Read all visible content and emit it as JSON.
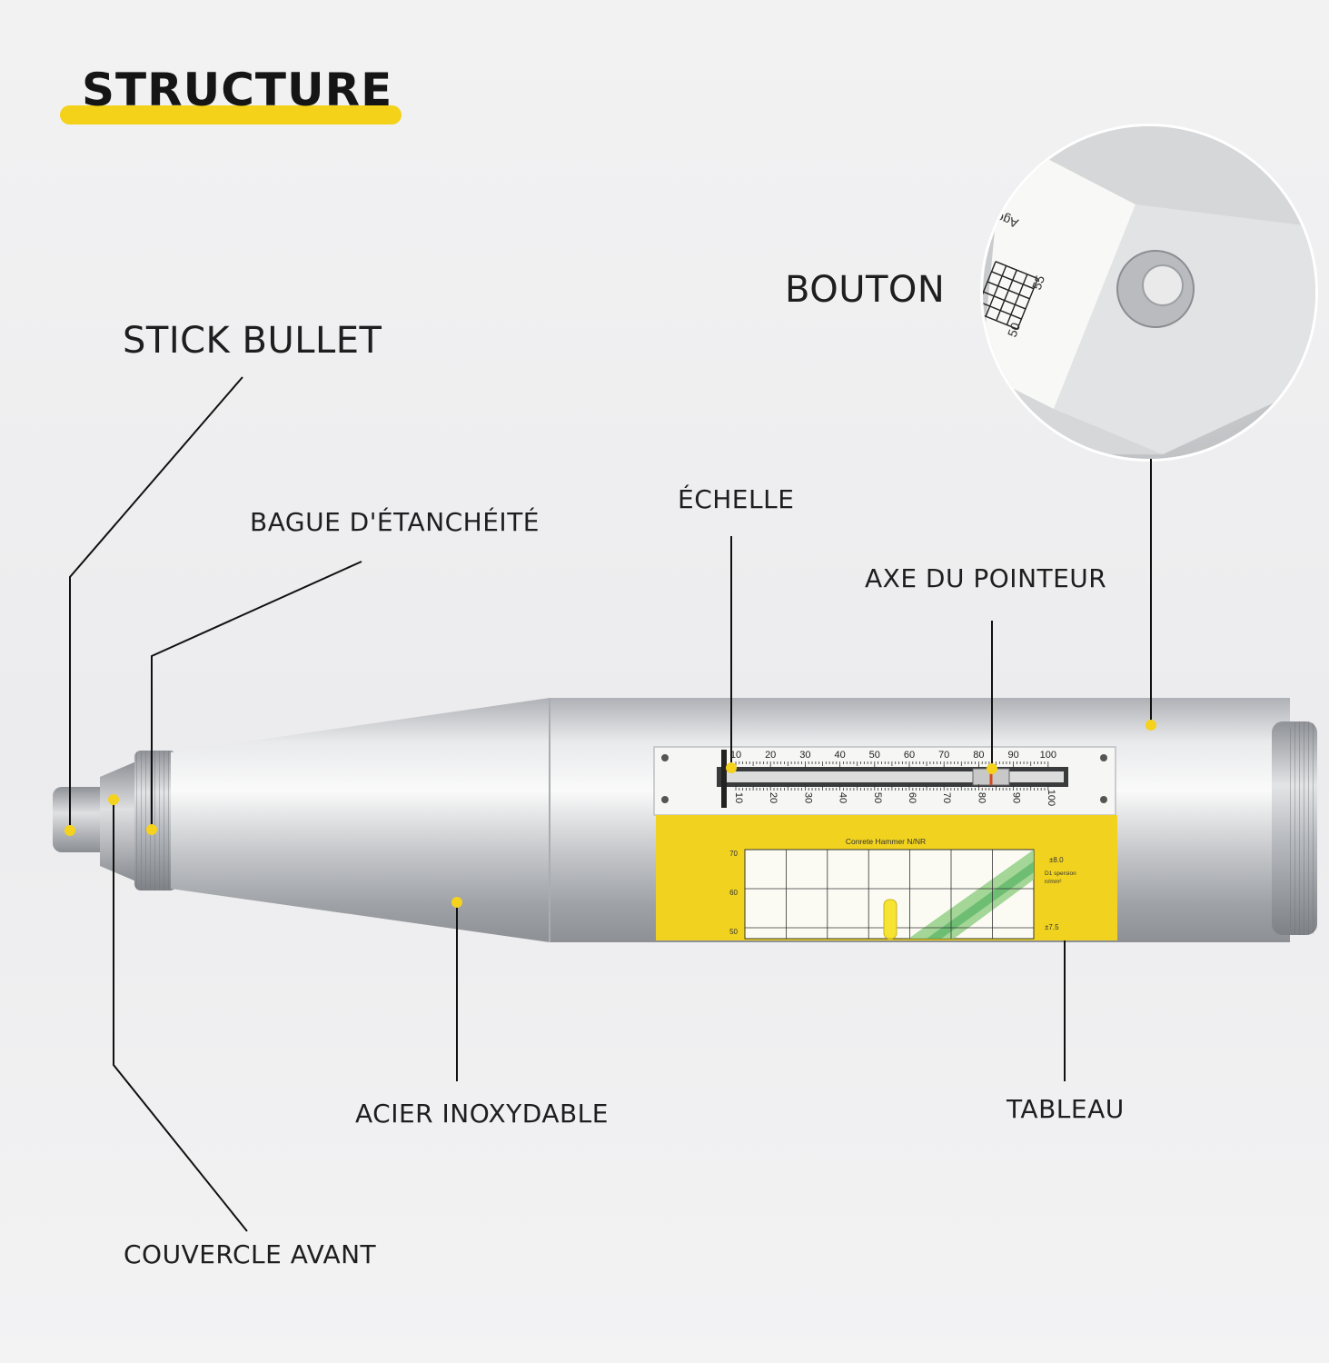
{
  "title": "STRUCTURE",
  "labels": {
    "button": "BOUTON",
    "stick_bullet": "STICK BULLET",
    "sealing_ring": "BAGUE D'ÉTANCHÉITÉ",
    "scale": "ÉCHELLE",
    "pointer_axis": "AXE DU POINTEUR",
    "stainless_steel": "ACIER INOXYDABLE",
    "table": "TABLEAU",
    "front_cover": "COUVERCLE AVANT"
  },
  "scale_plate": {
    "numbers": [
      "10",
      "20",
      "30",
      "40",
      "50",
      "60",
      "70",
      "80",
      "90",
      "100"
    ]
  },
  "chart_plate": {
    "title": "Conrete Hammer N/NR",
    "y_ticks": [
      "70",
      "60",
      "50"
    ],
    "note_top": "±8.0",
    "note_mid": "D1 spersion",
    "note_unit": "n/mm²",
    "note_bottom": "±7.5"
  },
  "inset": {
    "label_age": "Age",
    "tick_55": "55",
    "tick_50": "50"
  },
  "colors": {
    "accent_yellow": "#f4d21a",
    "marker_yellow": "#f5d21e",
    "steel_light": "#e6e7e9",
    "steel_dark": "#9ea1a6",
    "line": "#111111"
  }
}
